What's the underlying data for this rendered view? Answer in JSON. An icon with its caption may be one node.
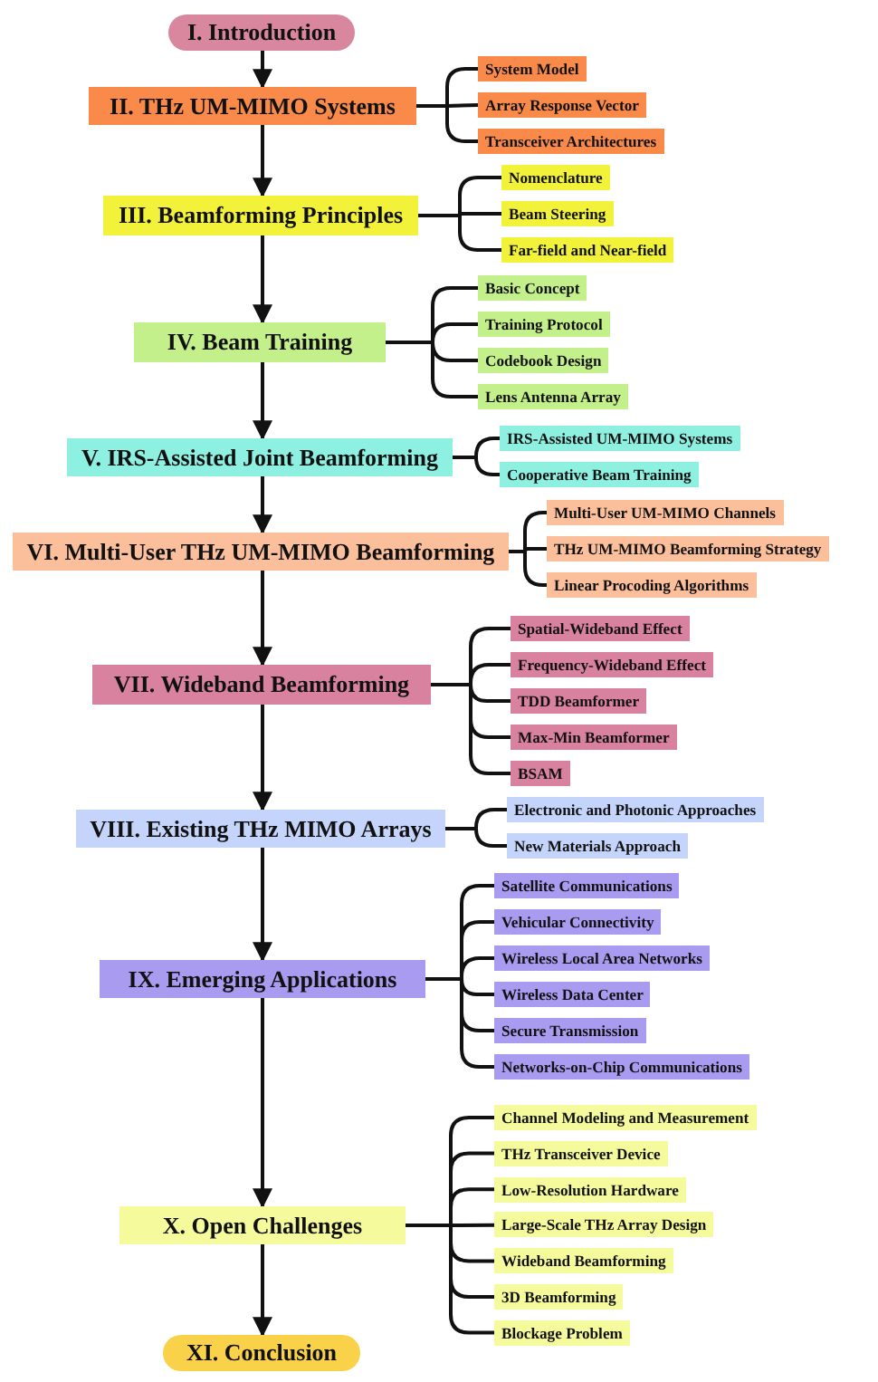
{
  "diagram": {
    "nodes": [
      {
        "text": [
          "I. Introduction"
        ]
      },
      {
        "text": [
          "II. THz UM-MIMO Systems"
        ]
      },
      {
        "text": [
          "System Model"
        ]
      },
      {
        "text": [
          "Array Response Vector"
        ]
      },
      {
        "text": [
          "Transceiver Architectures"
        ]
      },
      {
        "text": [
          "III. Beamforming Principles"
        ]
      },
      {
        "text": [
          "Nomenclature"
        ]
      },
      {
        "text": [
          "Beam Steering"
        ]
      },
      {
        "text": [
          "Far-field and Near-field"
        ]
      },
      {
        "text": [
          "IV.  Beam Training"
        ]
      },
      {
        "text": [
          "Basic Concept"
        ]
      },
      {
        "text": [
          "Training Protocol"
        ]
      },
      {
        "text": [
          "Codebook Design"
        ]
      },
      {
        "text": [
          "Lens Antenna Array"
        ]
      },
      {
        "text": [
          "V. IRS-Assisted Joint Beamforming"
        ]
      },
      {
        "text": [
          "IRS-Assisted UM-MIMO Systems"
        ]
      },
      {
        "text": [
          "Cooperative Beam Training"
        ]
      },
      {
        "text": [
          "VI. Multi-User THz UM-MIMO Beamforming"
        ]
      },
      {
        "text": [
          "Multi-User UM-MIMO Channels"
        ]
      },
      {
        "text": [
          "THz UM-MIMO Beamforming Strategy"
        ]
      },
      {
        "text": [
          "Linear Procoding Algorithms"
        ]
      },
      {
        "text": [
          "VII. Wideband Beamforming"
        ]
      },
      {
        "text": [
          "Spatial-Wideband Effect"
        ]
      },
      {
        "text": [
          "Frequency-Wideband Effect"
        ]
      },
      {
        "text": [
          "TDD Beamformer"
        ]
      },
      {
        "text": [
          "Max-Min Beamformer"
        ]
      },
      {
        "text": [
          "BSAM"
        ]
      },
      {
        "text": [
          "VIII. Existing THz MIMO Arrays"
        ]
      },
      {
        "text": [
          "Electronic and Photonic Approaches"
        ]
      },
      {
        "text": [
          "New Materials Approach"
        ]
      },
      {
        "text": [
          "IX. Emerging Applications"
        ]
      },
      {
        "text": [
          "Satellite Communications"
        ]
      },
      {
        "text": [
          "Vehicular Connectivity"
        ]
      },
      {
        "text": [
          "Wireless Local Area Networks"
        ]
      },
      {
        "text": [
          "Wireless Data Center"
        ]
      },
      {
        "text": [
          "Secure Transmission"
        ]
      },
      {
        "text": [
          "Networks-on-Chip Communications"
        ]
      },
      {
        "text": [
          "X. Open Challenges"
        ]
      },
      {
        "text": [
          "Channel Modeling and Measurement"
        ]
      },
      {
        "text": [
          "THz Transceiver Device"
        ]
      },
      {
        "text": [
          "Low-Resolution Hardware"
        ]
      },
      {
        "text": [
          "Large-Scale THz Array Design"
        ]
      },
      {
        "text": [
          "Wideband Beamforming"
        ]
      },
      {
        "text": [
          "3D Beamforming"
        ]
      },
      {
        "text": [
          "Blockage Problem"
        ]
      },
      {
        "text": [
          "XI. Conclusion"
        ]
      }
    ],
    "edges": [
      {
        "from": 0,
        "to": 1,
        "arrow": "to"
      },
      {
        "from": 1,
        "to": 5,
        "arrow": "to"
      },
      {
        "from": 5,
        "to": 9,
        "arrow": "to"
      },
      {
        "from": 9,
        "to": 14,
        "arrow": "to"
      },
      {
        "from": 14,
        "to": 17,
        "arrow": "to"
      },
      {
        "from": 17,
        "to": 21,
        "arrow": "to"
      },
      {
        "from": 21,
        "to": 27,
        "arrow": "to"
      },
      {
        "from": 27,
        "to": 30,
        "arrow": "to"
      },
      {
        "from": 30,
        "to": 37,
        "arrow": "to"
      },
      {
        "from": 37,
        "to": 45,
        "arrow": "to"
      },
      {
        "from": 1,
        "to": 2,
        "arrow": "none"
      },
      {
        "from": 1,
        "to": 3,
        "arrow": "none"
      },
      {
        "from": 1,
        "to": 4,
        "arrow": "none"
      },
      {
        "from": 5,
        "to": 6,
        "arrow": "none"
      },
      {
        "from": 5,
        "to": 7,
        "arrow": "none"
      },
      {
        "from": 5,
        "to": 8,
        "arrow": "none"
      },
      {
        "from": 9,
        "to": 10,
        "arrow": "none"
      },
      {
        "from": 9,
        "to": 11,
        "arrow": "none"
      },
      {
        "from": 9,
        "to": 12,
        "arrow": "none"
      },
      {
        "from": 9,
        "to": 13,
        "arrow": "none"
      },
      {
        "from": 14,
        "to": 15,
        "arrow": "none"
      },
      {
        "from": 14,
        "to": 16,
        "arrow": "none"
      },
      {
        "from": 17,
        "to": 18,
        "arrow": "none"
      },
      {
        "from": 17,
        "to": 19,
        "arrow": "none"
      },
      {
        "from": 17,
        "to": 20,
        "arrow": "none"
      },
      {
        "from": 21,
        "to": 22,
        "arrow": "none"
      },
      {
        "from": 21,
        "to": 23,
        "arrow": "none"
      },
      {
        "from": 21,
        "to": 24,
        "arrow": "none"
      },
      {
        "from": 21,
        "to": 25,
        "arrow": "none"
      },
      {
        "from": 21,
        "to": 26,
        "arrow": "none"
      },
      {
        "from": 27,
        "to": 28,
        "arrow": "none"
      },
      {
        "from": 27,
        "to": 29,
        "arrow": "none"
      },
      {
        "from": 30,
        "to": 31,
        "arrow": "none"
      },
      {
        "from": 30,
        "to": 32,
        "arrow": "none"
      },
      {
        "from": 30,
        "to": 33,
        "arrow": "none"
      },
      {
        "from": 30,
        "to": 34,
        "arrow": "none"
      },
      {
        "from": 30,
        "to": 35,
        "arrow": "none"
      },
      {
        "from": 30,
        "to": 36,
        "arrow": "none"
      },
      {
        "from": 37,
        "to": 38,
        "arrow": "none"
      },
      {
        "from": 37,
        "to": 39,
        "arrow": "none"
      },
      {
        "from": 37,
        "to": 40,
        "arrow": "none"
      },
      {
        "from": 37,
        "to": 41,
        "arrow": "none"
      },
      {
        "from": 37,
        "to": 42,
        "arrow": "none"
      },
      {
        "from": 37,
        "to": 43,
        "arrow": "none"
      },
      {
        "from": 37,
        "to": 44,
        "arrow": "none"
      }
    ]
  }
}
